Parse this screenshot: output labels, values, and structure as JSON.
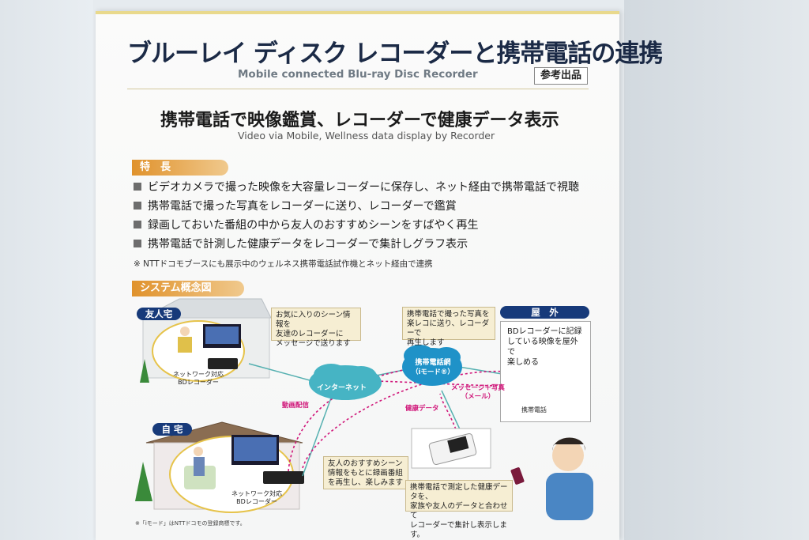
{
  "title_jp": "ブルーレイ ディスク レコーダーと携帯電話の連携",
  "title_en": "Mobile connected Blu-ray Disc Recorder",
  "badge": "参考出品",
  "subtitle_jp": "携帯電話で映像鑑賞、レコーダーで健康データ表示",
  "subtitle_en": "Video via Mobile, Wellness data display by Recorder",
  "features_label": "特　長",
  "features": [
    "ビデオカメラで撮った映像を大容量レコーダーに保存し、ネット経由で携帯電話で視聴",
    "携帯電話で撮った写真をレコーダーに送り、レコーダーで鑑賞",
    "録画しておいた番組の中から友人のおすすめシーンをすばやく再生",
    "携帯電話で計測した健康データをレコーダーで集計しグラフ表示"
  ],
  "note": "※ NTTドコモブースにも展示中のウェルネス携帯電話試作機とネット経由で連携",
  "system_label": "システム概念図",
  "diagram": {
    "friend_home": "友人宅",
    "home": "自 宅",
    "outdoor": "屋　外",
    "internet": "インターネット",
    "mobile_net": "携帯電話網",
    "mobile_net_sub": "（iモード®）",
    "friend_recorder_1": "ネットワーク対応",
    "friend_recorder_2": "BDレコーダー",
    "home_recorder_1": "ネットワーク対応",
    "home_recorder_2": "BDレコーダー",
    "mobile_phone": "携帯電話",
    "video_delivery": "動画配信",
    "health_data": "健康データ",
    "message_photo_1": "メッセージ＋写真",
    "message_photo_2": "（メール）",
    "callout_friend": [
      "お気に入りのシーン情報を",
      "友達のレコーダーに",
      "メッセージで送ります"
    ],
    "callout_photo": [
      "携帯電話で撮った写真を",
      "楽レコに送り、レコーダーで",
      "再生します"
    ],
    "callout_outdoor": [
      "BDレコーダーに記録",
      "している映像を屋外で",
      "楽しめる"
    ],
    "callout_recommend": [
      "友人のおすすめシーン",
      "情報をもとに録画番組",
      "を再生し、楽しみます"
    ],
    "callout_health": [
      "携帯電話で測定した健康データを、",
      "家族や友人のデータと合わせて",
      "レコーダーで集計し表示します。"
    ]
  },
  "footnote": "※「iモード」はNTTドコモの登録商標です。"
}
